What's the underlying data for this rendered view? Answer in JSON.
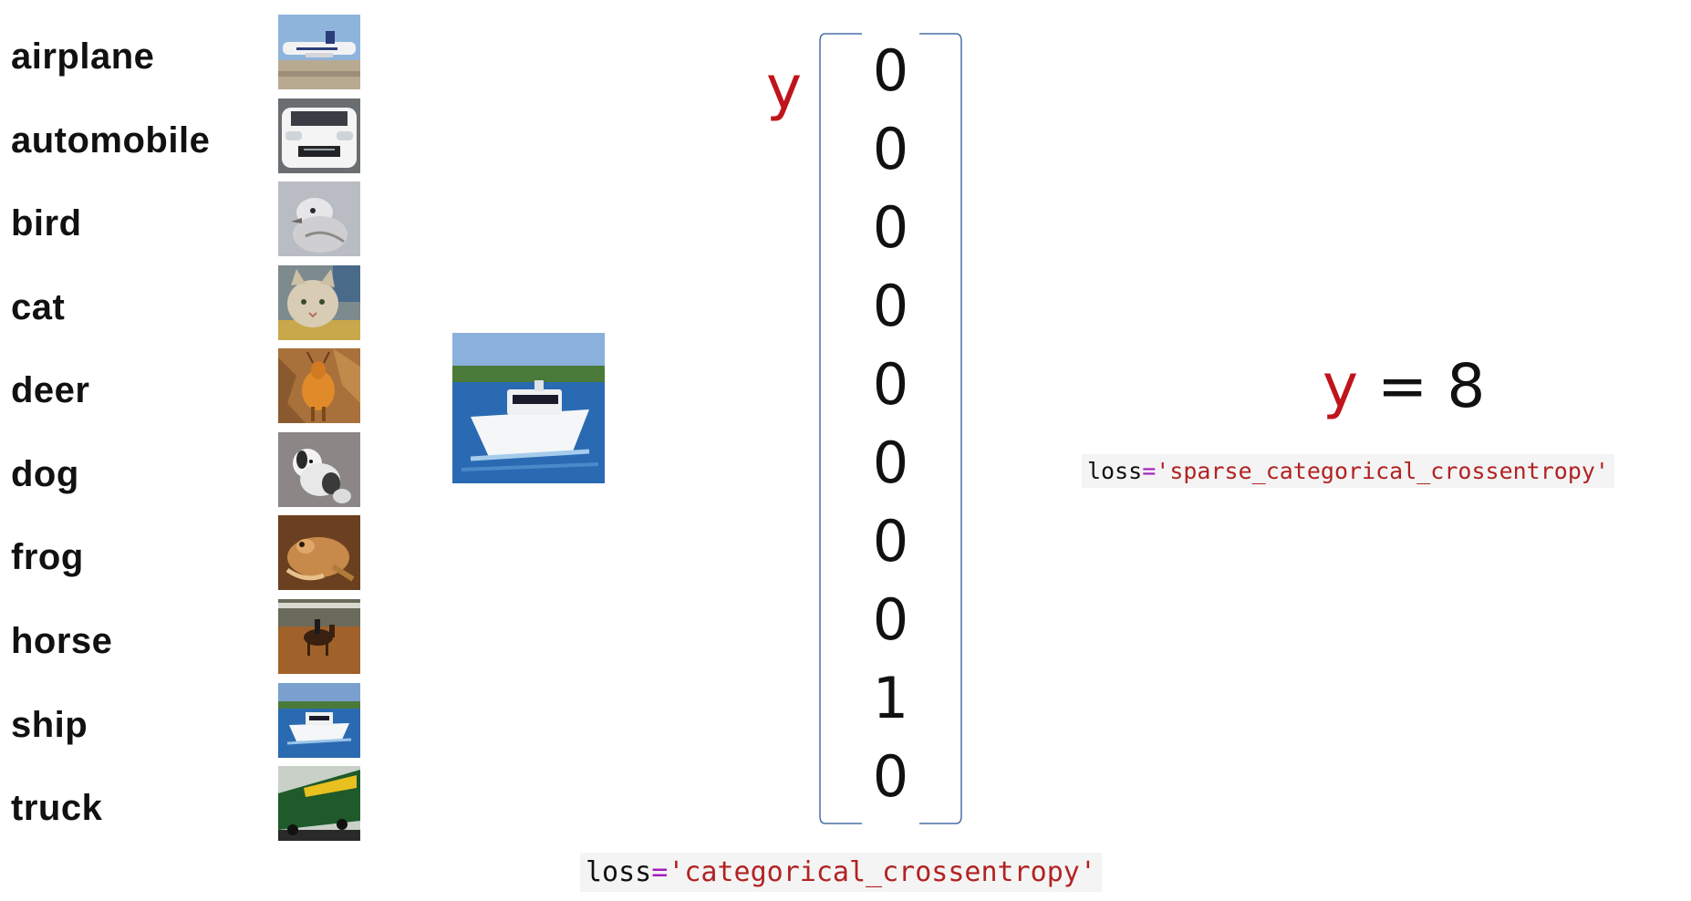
{
  "classes": [
    {
      "label": "airplane",
      "thumb_icon": "airplane-image"
    },
    {
      "label": "automobile",
      "thumb_icon": "automobile-image"
    },
    {
      "label": "bird",
      "thumb_icon": "bird-image"
    },
    {
      "label": "cat",
      "thumb_icon": "cat-image"
    },
    {
      "label": "deer",
      "thumb_icon": "deer-image"
    },
    {
      "label": "dog",
      "thumb_icon": "dog-image"
    },
    {
      "label": "frog",
      "thumb_icon": "frog-image"
    },
    {
      "label": "horse",
      "thumb_icon": "horse-image"
    },
    {
      "label": "ship",
      "thumb_icon": "ship-image"
    },
    {
      "label": "truck",
      "thumb_icon": "truck-image"
    }
  ],
  "sample_image": "ship-image",
  "one_hot": {
    "label": "y",
    "values": [
      "0",
      "0",
      "0",
      "0",
      "0",
      "0",
      "0",
      "0",
      "1",
      "0"
    ]
  },
  "sparse": {
    "var": "y",
    "equals": "= 8"
  },
  "code_sparse": {
    "keyword": "loss",
    "operator": "=",
    "string": "'sparse_categorical_crossentropy'"
  },
  "code_categorical": {
    "keyword": "loss",
    "operator": "=",
    "string": "'categorical_crossentropy'"
  },
  "colors": {
    "accent_red": "#c0141c",
    "bracket_blue": "#4a6fa5",
    "operator_purple": "#a020c0",
    "string_red": "#b22222"
  }
}
